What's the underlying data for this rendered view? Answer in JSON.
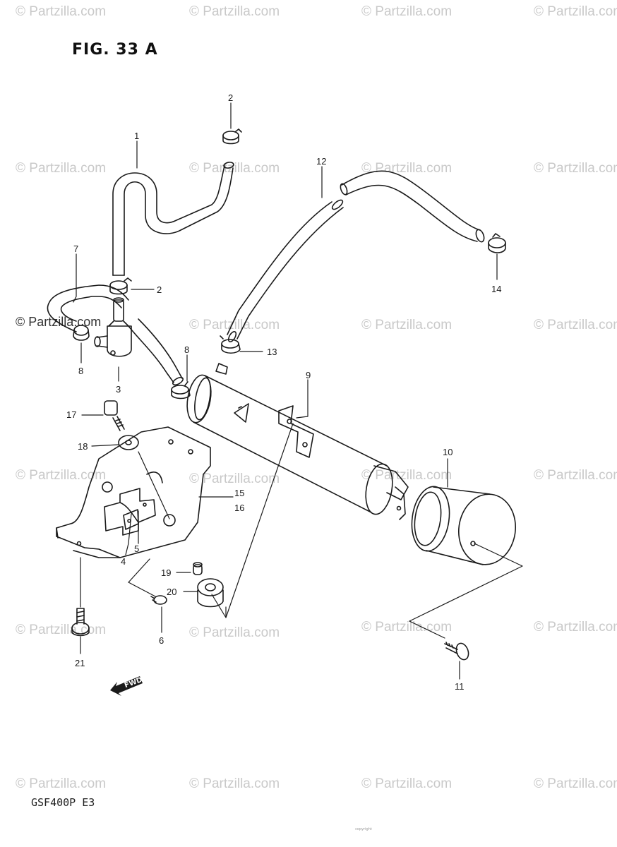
{
  "figure_title": "FIG. 33 A",
  "model_code": "GSF400P E3",
  "watermark": "© Partzilla.com",
  "fwd_label": "FWD",
  "footer_text": "copyright",
  "callouts": [
    {
      "id": "c1",
      "label": "1"
    },
    {
      "id": "c2a",
      "label": "2"
    },
    {
      "id": "c2b",
      "label": "2"
    },
    {
      "id": "c3",
      "label": "3"
    },
    {
      "id": "c4",
      "label": "4"
    },
    {
      "id": "c5",
      "label": "5"
    },
    {
      "id": "c6",
      "label": "6"
    },
    {
      "id": "c7",
      "label": "7"
    },
    {
      "id": "c8a",
      "label": "8"
    },
    {
      "id": "c8b",
      "label": "8"
    },
    {
      "id": "c9",
      "label": "9"
    },
    {
      "id": "c10",
      "label": "10"
    },
    {
      "id": "c11",
      "label": "11"
    },
    {
      "id": "c12",
      "label": "12"
    },
    {
      "id": "c13",
      "label": "13"
    },
    {
      "id": "c14",
      "label": "14"
    },
    {
      "id": "c15",
      "label": "15"
    },
    {
      "id": "c16",
      "label": "16"
    },
    {
      "id": "c17",
      "label": "17"
    },
    {
      "id": "c18",
      "label": "18"
    },
    {
      "id": "c19",
      "label": "19"
    },
    {
      "id": "c20",
      "label": "20"
    },
    {
      "id": "c21",
      "label": "21"
    }
  ]
}
